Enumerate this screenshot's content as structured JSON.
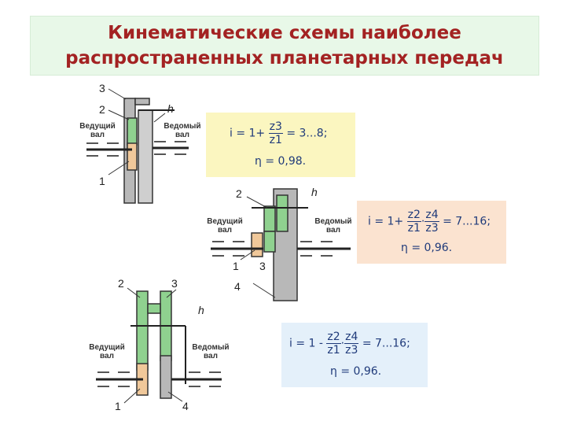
{
  "title": {
    "line1": "Кинематические схемы наиболее",
    "line2": "распространенных планетарных передач"
  },
  "common": {
    "driving_shaft_word1": "Ведущий",
    "driving_shaft_word2": "вал",
    "driven_shaft_word1": "Ведомый",
    "driven_shaft_word2": "вал",
    "carrier": "h"
  },
  "scheme1": {
    "labels": [
      "3",
      "2",
      "1"
    ],
    "formula": {
      "i_prefix": "i = 1+",
      "z_num": "z3",
      "z_den": "z1",
      "i_suffix": "= 3...8;",
      "eta": "η = 0,98."
    }
  },
  "scheme2": {
    "labels": [
      "2",
      "1",
      "3",
      "4"
    ],
    "formula": {
      "i_prefix": "i = 1+",
      "z_num1": "z2",
      "z_den1": "z1",
      "z_num2": "z4",
      "z_den2": "z3",
      "i_suffix": "= 7...16;",
      "eta": "η = 0,96."
    }
  },
  "scheme3": {
    "labels": [
      "2",
      "3",
      "1",
      "4"
    ],
    "formula": {
      "i_prefix": "i = 1 -",
      "z_num1": "z2",
      "z_den1": "z1",
      "z_num2": "z4",
      "z_den2": "z3",
      "i_suffix": "= 7...16;",
      "eta": "η = 0,96."
    }
  },
  "colors": {
    "title_text": "#a32222",
    "title_bg": "#e8f8e8",
    "gear_grey": "#b8b8b8",
    "gear_green": "#8fd18f",
    "gear_orange": "#f0c89a",
    "formula_text": "#1f3a7a"
  }
}
